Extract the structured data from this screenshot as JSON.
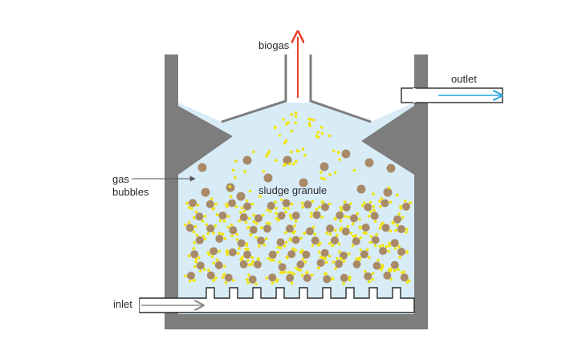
{
  "labels": {
    "biogas": "biogas",
    "outlet": "outlet",
    "gas_bubbles_line1": "gas",
    "gas_bubbles_line2": "bubbles",
    "sludge_granule": "sludge granule",
    "inlet": "inlet"
  },
  "colors": {
    "wall": "#7d7d7d",
    "water": "#d8ecf7",
    "granule": "#a88a68",
    "bubble": "#f2e500",
    "biogas_arrow": "#e8412c",
    "outlet_arrow": "#2aa6df",
    "inlet_arrow": "#8a8a8a",
    "leader_line": "#555555"
  },
  "icons": {
    "biogas_arrow": "arrow-up-icon",
    "outlet_arrow": "arrow-right-icon",
    "inlet_arrow": "arrow-right-icon"
  }
}
